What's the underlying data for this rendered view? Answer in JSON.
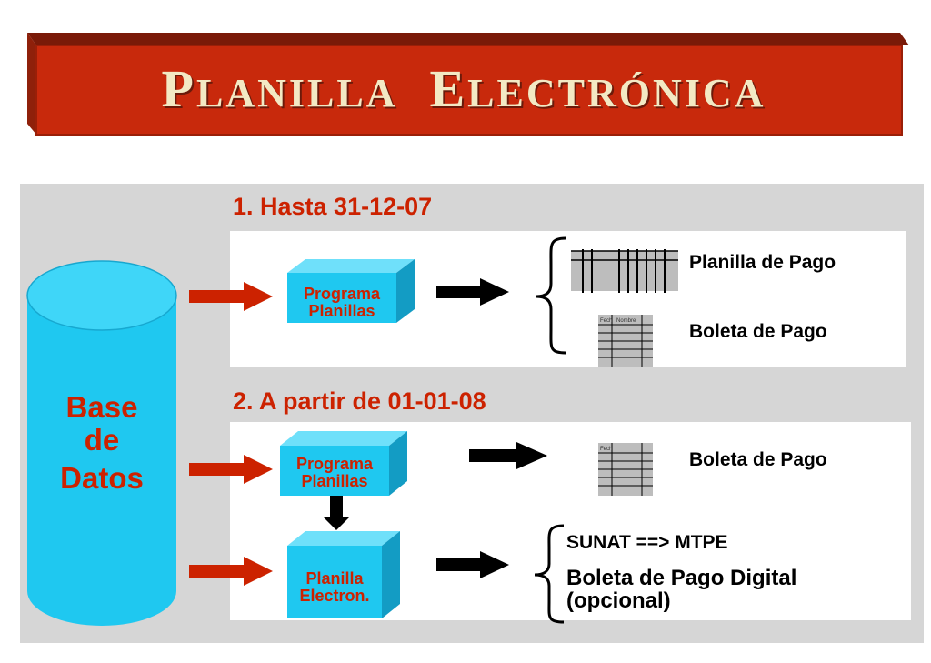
{
  "title": {
    "first_initial": "P",
    "first_rest": "LANILLA",
    "second_initial": "E",
    "second_rest": "LECTRÓNICA"
  },
  "database": {
    "line1": "Base",
    "line2": "de",
    "line3": "Datos"
  },
  "section1": {
    "heading": "1.  Hasta  31-12-07",
    "program_box": {
      "line1": "Programa",
      "line2": "Planillas"
    },
    "outputs": [
      "Planilla de Pago",
      "Boleta de Pago"
    ],
    "form_headers": [
      "Fech",
      "Nombre"
    ]
  },
  "section2": {
    "heading": "2.  A partir  de  01-01-08",
    "program_box": {
      "line1": "Programa",
      "line2": "Planillas"
    },
    "planilla_box": {
      "line1": "Planilla",
      "line2": "Electron."
    },
    "output_top": "Boleta de Pago",
    "form_header": "Fech",
    "output_sunat": "SUNAT ==> MTPE",
    "output_digital_line1": "Boleta de  Pago Digital",
    "output_digital_line2": "(opcional)"
  },
  "colors": {
    "banner": "#c8290c",
    "accent_text": "#cc2200",
    "box": "#1fc8f0",
    "panel": "#d6d6d6"
  }
}
